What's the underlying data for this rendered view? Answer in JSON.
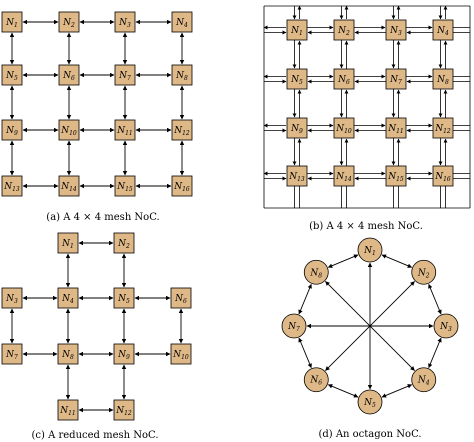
{
  "colors": {
    "node_fill": "#DEB887",
    "node_stroke": "#000000",
    "edge": "#000000",
    "background": "#ffffff"
  },
  "panels": {
    "a": {
      "caption": "(a) A 4 × 4 mesh NoC.",
      "nodes": [
        {
          "id": "N1",
          "label": "N",
          "sub": "1"
        },
        {
          "id": "N2",
          "label": "N",
          "sub": "2"
        },
        {
          "id": "N3",
          "label": "N",
          "sub": "3"
        },
        {
          "id": "N4",
          "label": "N",
          "sub": "4"
        },
        {
          "id": "N5",
          "label": "N",
          "sub": "5"
        },
        {
          "id": "N6",
          "label": "N",
          "sub": "6"
        },
        {
          "id": "N7",
          "label": "N",
          "sub": "7"
        },
        {
          "id": "N8",
          "label": "N",
          "sub": "8"
        },
        {
          "id": "N9",
          "label": "N",
          "sub": "9"
        },
        {
          "id": "N10",
          "label": "N",
          "sub": "10"
        },
        {
          "id": "N11",
          "label": "N",
          "sub": "11"
        },
        {
          "id": "N12",
          "label": "N",
          "sub": "12"
        },
        {
          "id": "N13",
          "label": "N",
          "sub": "13"
        },
        {
          "id": "N14",
          "label": "N",
          "sub": "14"
        },
        {
          "id": "N15",
          "label": "N",
          "sub": "15"
        },
        {
          "id": "N16",
          "label": "N",
          "sub": "16"
        }
      ],
      "edges": [
        [
          "N1",
          "N2"
        ],
        [
          "N2",
          "N3"
        ],
        [
          "N3",
          "N4"
        ],
        [
          "N5",
          "N6"
        ],
        [
          "N6",
          "N7"
        ],
        [
          "N7",
          "N8"
        ],
        [
          "N9",
          "N10"
        ],
        [
          "N10",
          "N11"
        ],
        [
          "N11",
          "N12"
        ],
        [
          "N13",
          "N14"
        ],
        [
          "N14",
          "N15"
        ],
        [
          "N15",
          "N16"
        ],
        [
          "N1",
          "N5"
        ],
        [
          "N5",
          "N9"
        ],
        [
          "N9",
          "N13"
        ],
        [
          "N2",
          "N6"
        ],
        [
          "N6",
          "N10"
        ],
        [
          "N10",
          "N14"
        ],
        [
          "N3",
          "N7"
        ],
        [
          "N7",
          "N11"
        ],
        [
          "N11",
          "N15"
        ],
        [
          "N4",
          "N8"
        ],
        [
          "N8",
          "N12"
        ],
        [
          "N12",
          "N16"
        ]
      ]
    },
    "b": {
      "caption": "(b) A 4 × 4 mesh NoC.",
      "nodes": [
        {
          "id": "N1",
          "label": "N",
          "sub": "1"
        },
        {
          "id": "N2",
          "label": "N",
          "sub": "2"
        },
        {
          "id": "N3",
          "label": "N",
          "sub": "3"
        },
        {
          "id": "N4",
          "label": "N",
          "sub": "4"
        },
        {
          "id": "N5",
          "label": "N",
          "sub": "5"
        },
        {
          "id": "N6",
          "label": "N",
          "sub": "6"
        },
        {
          "id": "N7",
          "label": "N",
          "sub": "7"
        },
        {
          "id": "N8",
          "label": "N",
          "sub": "8"
        },
        {
          "id": "N9",
          "label": "N",
          "sub": "9"
        },
        {
          "id": "N10",
          "label": "N",
          "sub": "10"
        },
        {
          "id": "N11",
          "label": "N",
          "sub": "11"
        },
        {
          "id": "N12",
          "label": "N",
          "sub": "12"
        },
        {
          "id": "N13",
          "label": "N",
          "sub": "13"
        },
        {
          "id": "N14",
          "label": "N",
          "sub": "14"
        },
        {
          "id": "N15",
          "label": "N",
          "sub": "15"
        },
        {
          "id": "N16",
          "label": "N",
          "sub": "16"
        }
      ]
    },
    "c": {
      "caption": "(c) A reduced mesh NoC.",
      "nodes": [
        {
          "id": "N1",
          "label": "N",
          "sub": "1"
        },
        {
          "id": "N2",
          "label": "N",
          "sub": "2"
        },
        {
          "id": "N3",
          "label": "N",
          "sub": "3"
        },
        {
          "id": "N4",
          "label": "N",
          "sub": "4"
        },
        {
          "id": "N5",
          "label": "N",
          "sub": "5"
        },
        {
          "id": "N6",
          "label": "N",
          "sub": "6"
        },
        {
          "id": "N7",
          "label": "N",
          "sub": "7"
        },
        {
          "id": "N8",
          "label": "N",
          "sub": "8"
        },
        {
          "id": "N9",
          "label": "N",
          "sub": "9"
        },
        {
          "id": "N10",
          "label": "N",
          "sub": "10"
        },
        {
          "id": "N11",
          "label": "N",
          "sub": "11"
        },
        {
          "id": "N12",
          "label": "N",
          "sub": "12"
        }
      ],
      "edges": [
        [
          "N1",
          "N2"
        ],
        [
          "N3",
          "N4"
        ],
        [
          "N4",
          "N5"
        ],
        [
          "N5",
          "N6"
        ],
        [
          "N7",
          "N8"
        ],
        [
          "N8",
          "N9"
        ],
        [
          "N9",
          "N10"
        ],
        [
          "N11",
          "N12"
        ],
        [
          "N1",
          "N4"
        ],
        [
          "N4",
          "N8"
        ],
        [
          "N8",
          "N11"
        ],
        [
          "N2",
          "N5"
        ],
        [
          "N5",
          "N9"
        ],
        [
          "N9",
          "N12"
        ],
        [
          "N3",
          "N7"
        ],
        [
          "N6",
          "N10"
        ]
      ]
    },
    "d": {
      "caption": "(d) An octagon NoC.",
      "nodes": [
        {
          "id": "N1",
          "label": "N",
          "sub": "1"
        },
        {
          "id": "N2",
          "label": "N",
          "sub": "2"
        },
        {
          "id": "N3",
          "label": "N",
          "sub": "3"
        },
        {
          "id": "N4",
          "label": "N",
          "sub": "4"
        },
        {
          "id": "N5",
          "label": "N",
          "sub": "5"
        },
        {
          "id": "N6",
          "label": "N",
          "sub": "6"
        },
        {
          "id": "N7",
          "label": "N",
          "sub": "7"
        },
        {
          "id": "N8",
          "label": "N",
          "sub": "8"
        }
      ],
      "edges": [
        [
          "N1",
          "N2"
        ],
        [
          "N2",
          "N3"
        ],
        [
          "N3",
          "N4"
        ],
        [
          "N4",
          "N5"
        ],
        [
          "N5",
          "N6"
        ],
        [
          "N6",
          "N7"
        ],
        [
          "N7",
          "N8"
        ],
        [
          "N8",
          "N1"
        ],
        [
          "N1",
          "N5"
        ],
        [
          "N2",
          "N6"
        ],
        [
          "N3",
          "N7"
        ],
        [
          "N4",
          "N8"
        ]
      ]
    }
  }
}
